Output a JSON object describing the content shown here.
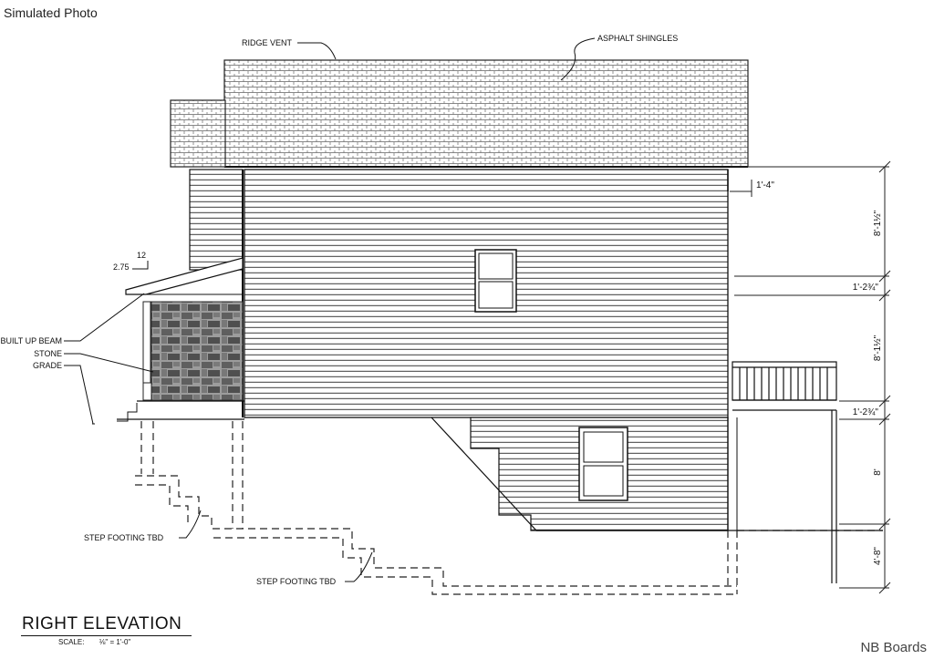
{
  "badge": "Simulated Photo",
  "watermark": "NB Boards",
  "drawing": {
    "title": "RIGHT ELEVATION",
    "scale_label": "SCALE:",
    "scale_value": "⅛\" = 1'-0\""
  },
  "callouts": {
    "ridge_vent": "RIDGE VENT",
    "asphalt_shingles": "ASPHALT SHINGLES",
    "built_up_beam": "BUILT UP BEAM",
    "stone": "STONE",
    "grade": "GRADE",
    "step_footing_1": "STEP FOOTING TBD",
    "step_footing_2": "STEP FOOTING TBD",
    "roof_pitch_run": "12",
    "roof_pitch_rise": "2.75",
    "overhang": "1'-4\""
  },
  "dimensions": [
    "8'-1½\"",
    "1'-2¾\"",
    "8'-1½\"",
    "1'-2¾\"",
    "8'",
    "4'-8\""
  ]
}
